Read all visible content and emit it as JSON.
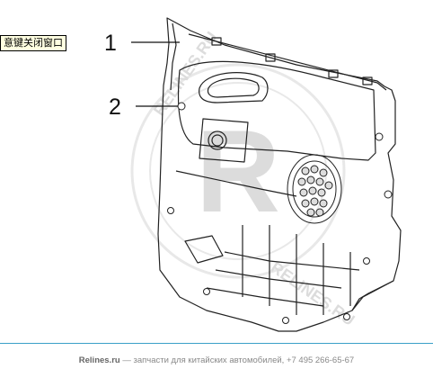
{
  "tooltip": {
    "text": "意键关闭窗口"
  },
  "callouts": [
    {
      "number": "1"
    },
    {
      "number": "2"
    }
  ],
  "watermark": {
    "letter": "R",
    "ring_text": "RELINES.RU"
  },
  "footer": {
    "site": "Relines.ru",
    "rest": " — запчасти для китайских автомобилей, +7 495 266-65-67",
    "rule_color": "#3aa0c8"
  }
}
